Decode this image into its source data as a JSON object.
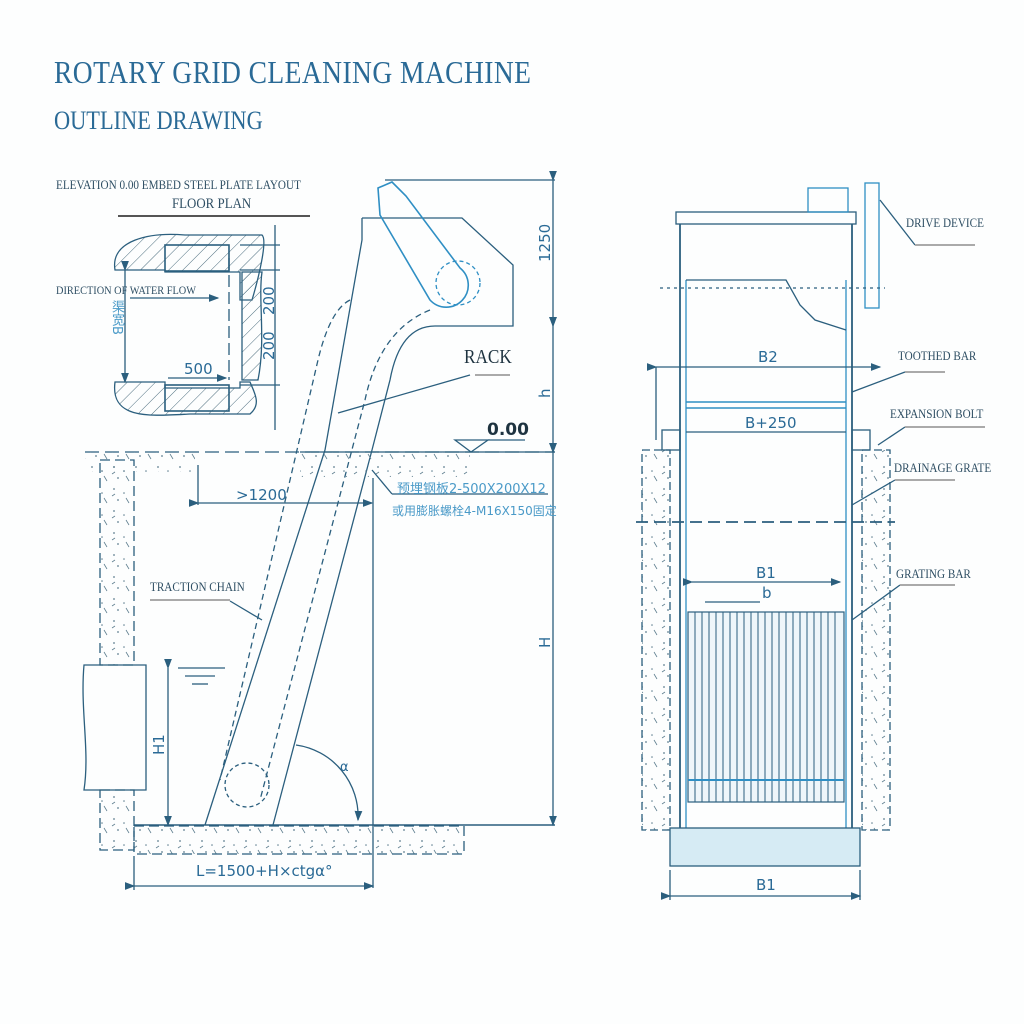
{
  "header": {
    "title": "ROTARY GRID CLEANING MACHINE",
    "subtitle": "OUTLINE DRAWING"
  },
  "floor_plan": {
    "caption_line1": "ELEVATION 0.00 EMBED STEEL PLATE LAYOUT",
    "caption_line2": "FLOOR PLAN",
    "water_flow_label": "DIRECTION OF WATER FLOW",
    "channel_width_label": "渠宽B",
    "dim_plate_width": "500",
    "dim_plate_depth_1": "200",
    "dim_plate_depth_2": "200"
  },
  "side_view": {
    "rack_label": "RACK",
    "traction_chain_label": "TRACTION CHAIN",
    "elevation_label": "0.00",
    "dim_top": "1250",
    "dim_h": "h",
    "dim_H": "H",
    "dim_H1": "H1",
    "dim_min_distance": ">1200",
    "dim_length_formula": "L=1500+H×ctgα°",
    "angle_label": "α",
    "embed_note_line1": "预埋钢板2-500X200X12",
    "embed_note_line2": "或用膨胀螺栓4-M16X150固定"
  },
  "front_view": {
    "callouts": [
      {
        "label": "DRIVE DEVICE"
      },
      {
        "label": "TOOTHED BAR"
      },
      {
        "label": "EXPANSION BOLT"
      },
      {
        "label": "DRAINAGE GRATE"
      },
      {
        "label": "GRATING BAR"
      }
    ],
    "dim_B2": "B2",
    "dim_B250": "B+250",
    "dim_B1_top": "B1",
    "dim_b": "b",
    "dim_B1_bottom": "B1"
  },
  "colors": {
    "line": "#2b5f7e",
    "accent_blue": "#2f8fc4",
    "title_blue": "#2a6a96",
    "concrete_hatch": "#5f7f90"
  }
}
